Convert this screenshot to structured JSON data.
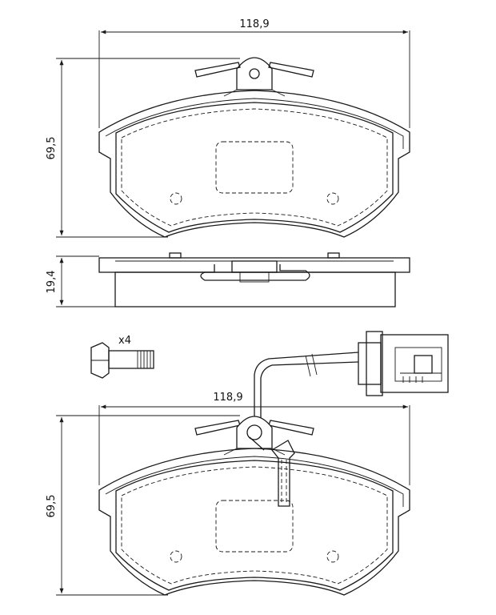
{
  "dimensions": {
    "top_width": "118,9",
    "top_height": "69,5",
    "side_thickness": "19,4",
    "bolt_qty": "x4",
    "bottom_width": "118,9",
    "bottom_height": "69,5"
  },
  "colors": {
    "line": "#1a1a1a",
    "background": "#ffffff"
  }
}
